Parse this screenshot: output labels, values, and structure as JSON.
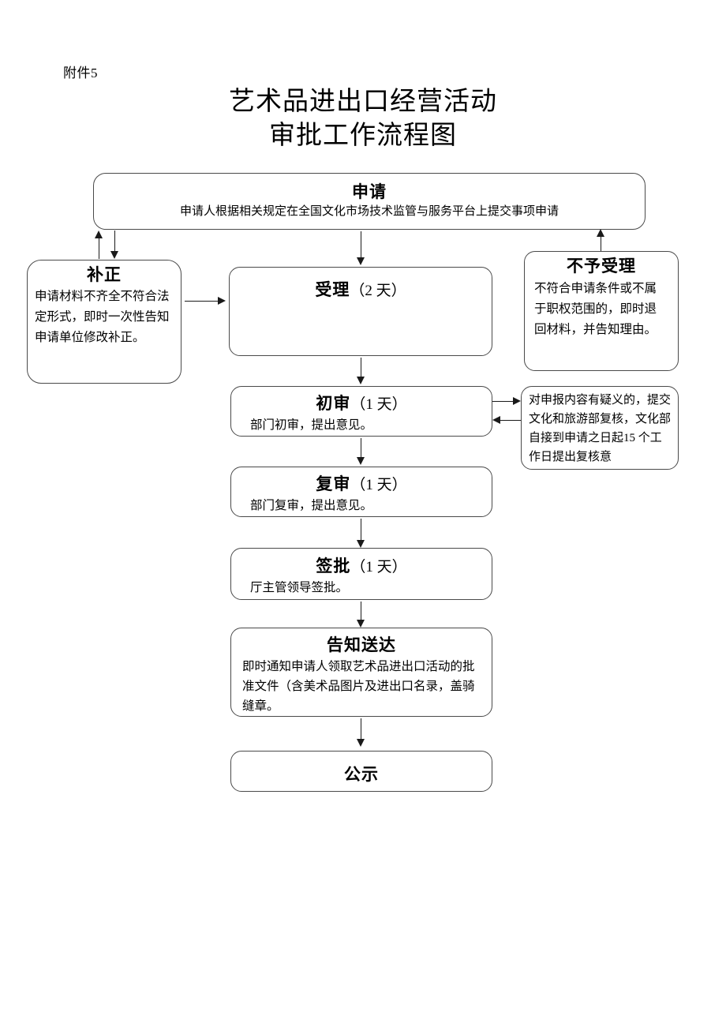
{
  "document": {
    "attachment_label": "附件5",
    "title_line1": "艺术品进出口经营活动",
    "title_line2": "审批工作流程图"
  },
  "flowchart": {
    "type": "process-flow",
    "nodes": [
      {
        "id": "apply",
        "title": "申请",
        "days": "",
        "body": "申请人根据相关规定在全国文化市场技术监管与服务平台上提交事项申请"
      },
      {
        "id": "supplement",
        "title": "补正",
        "days": "",
        "body": "申请材料不齐全不符合法定形式，即时一次性告知申请单位修改补正。"
      },
      {
        "id": "accept",
        "title": "受理",
        "days": "（2 天）",
        "body": ""
      },
      {
        "id": "reject",
        "title": "不予受理",
        "days": "",
        "body": "不符合申请条件或不属于职权范围的，即时退回材料，并告知理由。"
      },
      {
        "id": "first-review",
        "title": "初审",
        "days": "（1 天）",
        "body": "部门初审，提出意见。"
      },
      {
        "id": "note",
        "title": "",
        "days": "",
        "body": "对申报内容有疑义的，提交文化和旅游部复核，文化部自接到申请之日起15 个工作日提出复核意"
      },
      {
        "id": "second-review",
        "title": "复审",
        "days": "（1 天）",
        "body": "部门复审，提出意见。"
      },
      {
        "id": "sign",
        "title": "签批",
        "days": "（1 天）",
        "body": "厅主管领导签批。"
      },
      {
        "id": "notify",
        "title": "告知送达",
        "days": "",
        "body": "即时通知申请人领取艺术品进出口活动的批准文件（含美术品图片及进出口名录，盖骑缝章。"
      },
      {
        "id": "publicity",
        "title": "公示",
        "days": "",
        "body": ""
      }
    ],
    "edges": [
      {
        "from": "supplement",
        "to": "apply",
        "direction": "up"
      },
      {
        "from": "apply",
        "to": "supplement",
        "direction": "down"
      },
      {
        "from": "reject",
        "to": "apply",
        "direction": "up"
      },
      {
        "from": "apply",
        "to": "accept",
        "direction": "down"
      },
      {
        "from": "supplement",
        "to": "accept",
        "direction": "right"
      },
      {
        "from": "accept",
        "to": "first-review",
        "direction": "down"
      },
      {
        "from": "first-review",
        "to": "note",
        "direction": "right"
      },
      {
        "from": "note",
        "to": "first-review",
        "direction": "left"
      },
      {
        "from": "first-review",
        "to": "second-review",
        "direction": "down"
      },
      {
        "from": "second-review",
        "to": "sign",
        "direction": "down"
      },
      {
        "from": "sign",
        "to": "notify",
        "direction": "down"
      },
      {
        "from": "notify",
        "to": "publicity",
        "direction": "down"
      }
    ]
  },
  "colors": {
    "border": "#4a4a4a",
    "connector": "#1a1a1a",
    "text": "#000000",
    "background": "#ffffff"
  }
}
